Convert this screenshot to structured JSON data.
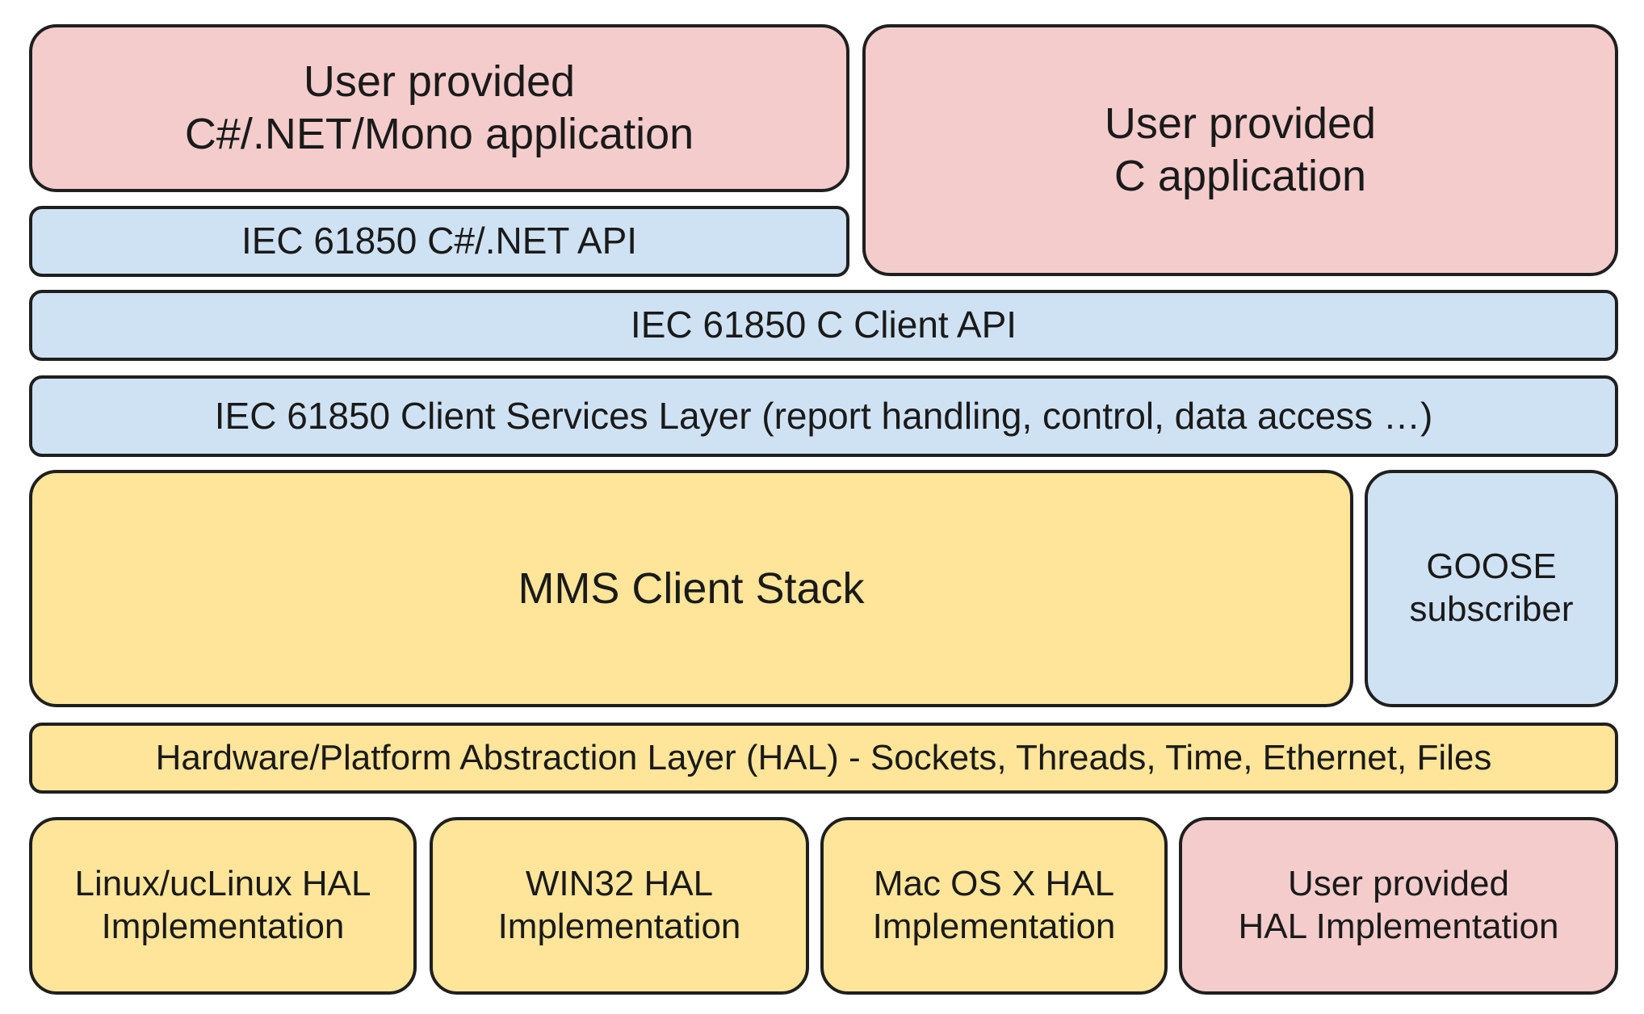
{
  "diagram": {
    "user_app_csharp": "User provided\nC#/.NET/Mono application",
    "user_app_c": "User provided\nC application",
    "csharp_api": "IEC 61850 C#/.NET API",
    "c_client_api": "IEC 61850 C Client API",
    "client_services_layer": "IEC 61850 Client Services Layer (report handling, control, data access …)",
    "mms_client_stack": "MMS Client Stack",
    "goose_subscriber": "GOOSE\nsubscriber",
    "hal_layer": "Hardware/Platform Abstraction Layer (HAL) - Sockets, Threads, Time, Ethernet, Files",
    "hal_linux": "Linux/ucLinux HAL\nImplementation",
    "hal_win32": "WIN32 HAL\nImplementation",
    "hal_macos": "Mac OS X HAL\nImplementation",
    "hal_user": "User provided\nHAL Implementation"
  },
  "colors": {
    "user_provided": "#f4cccc",
    "api_layer": "#cfe2f3",
    "stack_layer": "#ffe599",
    "border": "#1f1f1f"
  }
}
